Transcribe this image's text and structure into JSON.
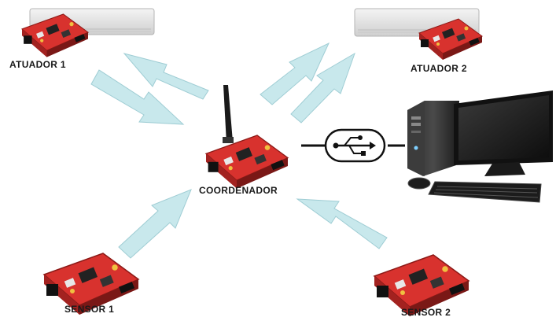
{
  "nodes": {
    "atuador1": {
      "label": "ATUADOR 1"
    },
    "atuador2": {
      "label": "ATUADOR 2"
    },
    "coordenador": {
      "label": "COORDENADOR"
    },
    "sensor1": {
      "label": "SENSOR 1"
    },
    "sensor2": {
      "label": "SENSOR 2"
    }
  },
  "connection": {
    "icon": "usb-icon"
  },
  "colors": {
    "arrow_fill": "#c8e8ec",
    "board_red": "#d8322e",
    "pc_dark": "#1e1e1e"
  }
}
